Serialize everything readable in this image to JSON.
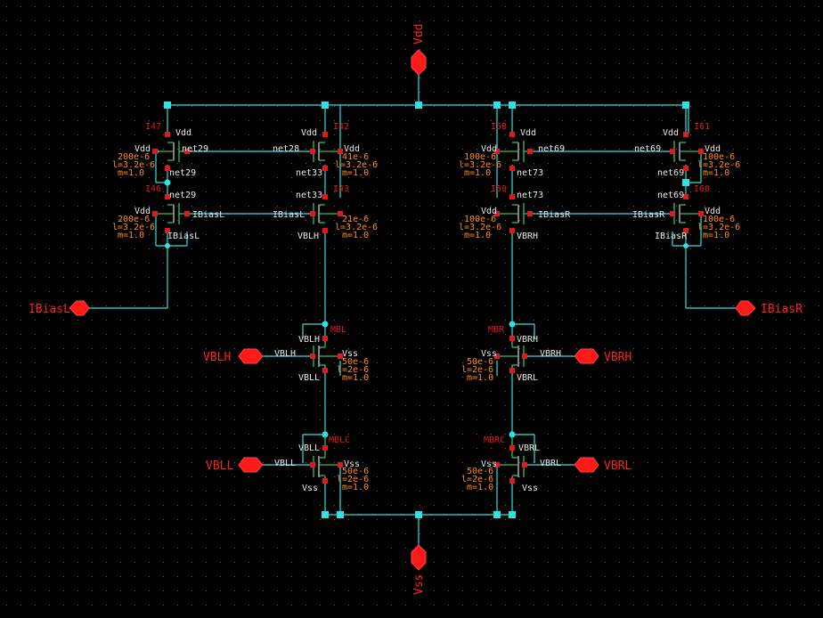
{
  "schematic": {
    "ports": {
      "vdd": "Vdd",
      "vss": "Vss",
      "ibias_l": "IBiasL",
      "ibias_r": "IBiasR",
      "vblh": "VBLH",
      "vbll": "VBLL",
      "vbrh": "VBRH",
      "vbrl": "VBRL"
    },
    "colors": {
      "background": "#000000",
      "wire": "#33e0e0",
      "pin": "#e01a1a",
      "device": "#33c060",
      "label": "#e8e8e8",
      "param": "#ff8c1a",
      "port": "#ff1a1a"
    },
    "devices": [
      {
        "name": "I47",
        "top": "Vdd",
        "left": "Vdd",
        "right": "net29",
        "bottom": "net29",
        "p1": "200e-6",
        "p2": "l=3.2e-6",
        "p3": "m=1.0"
      },
      {
        "name": "I46",
        "top": "net29",
        "left": "Vdd",
        "right": "IBiasL",
        "bottom": "IBiasL",
        "p1": "200e-6",
        "p2": "l=3.2e-6",
        "p3": "m=1.0"
      },
      {
        "name": "I42",
        "top": "Vdd",
        "left": "net28",
        "right": "Vdd",
        "bottom": "net33",
        "p1": "41e-6",
        "p2": "l=3.2e-6",
        "p3": "m=1.0"
      },
      {
        "name": "I43",
        "top": "net33",
        "left": "IBiasL",
        "right": "Vdd",
        "bottom": "VBLH",
        "p1": "21e-6",
        "p2": "l=3.2e-6",
        "p3": "m=1.0"
      },
      {
        "name": "I58",
        "top": "Vdd",
        "left": "Vdd",
        "right": "net69",
        "bottom": "net73",
        "p1": "100e-6",
        "p2": "l=3.2e-6",
        "p3": "m=1.0"
      },
      {
        "name": "I59",
        "top": "net73",
        "left": "Vdd",
        "right": "IBiasR",
        "bottom": "VBRH",
        "p1": "100e-6",
        "p2": "l=3.2e-6",
        "p3": "m=1.0"
      },
      {
        "name": "I61",
        "top": "Vdd",
        "left": "net69",
        "right": "Vdd",
        "bottom": "net69",
        "p1": "100e-6",
        "p2": "l=3.2e-6",
        "p3": "m=1.0"
      },
      {
        "name": "I60",
        "top": "net69",
        "left": "IBiasR",
        "right": "Vdd",
        "bottom": "IBiasR",
        "p1": "100e-6",
        "p2": "l=3.2e-6",
        "p3": "m=1.0"
      },
      {
        "name": "MBL",
        "top": "VBLH",
        "left": "VBLH",
        "right": "Vss",
        "bottom": "VBLL",
        "p1": "50e-6",
        "p2": "l=2e-6",
        "p3": "m=1.0"
      },
      {
        "name": "MBLC",
        "top": "VBLL",
        "left": "VBLL",
        "right": "Vss",
        "bottom": "Vss",
        "p1": "50e-6",
        "p2": "l=2e-6",
        "p3": "m=1.0"
      },
      {
        "name": "MBR",
        "top": "VBRH",
        "left": "Vss",
        "right": "VBRH",
        "bottom": "VBRL",
        "p1": "50e-6",
        "p2": "l=2e-6",
        "p3": "m=1.0"
      },
      {
        "name": "MBRC",
        "top": "VBRL",
        "left": "Vss",
        "right": "VBRL",
        "bottom": "Vss",
        "p1": "50e-6",
        "p2": "l=2e-6",
        "p3": "m=1.0"
      }
    ]
  }
}
